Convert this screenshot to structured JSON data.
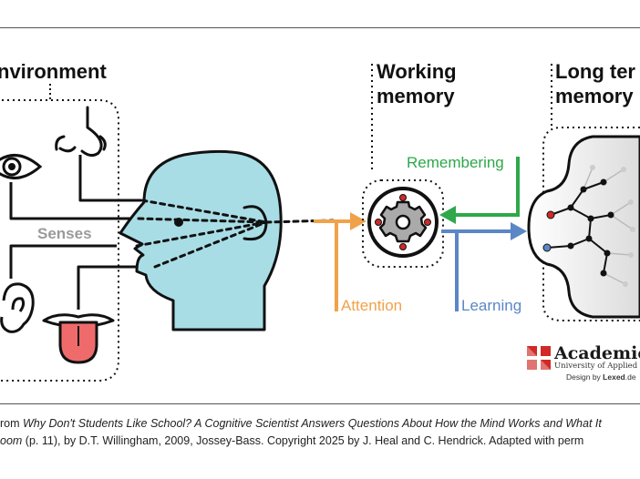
{
  "headings": {
    "environment": "nvironment",
    "working_memory_line1": "Working",
    "working_memory_line2": "memory",
    "long_term_line1": "Long ter",
    "long_term_line2": "memory"
  },
  "labels": {
    "senses": "Senses",
    "attention": "Attention",
    "learning": "Learning",
    "remembering": "Remembering"
  },
  "colors": {
    "head_fill": "#a8dde6",
    "attention": "#f0a24a",
    "remembering": "#2ea84a",
    "learning": "#5b87c5",
    "brand_red": "#d02a26",
    "senses_text": "#9a9a9a"
  },
  "icons": [
    "eye-icon",
    "nose-icon",
    "ear-icon",
    "mouth-icon",
    "gear-icon",
    "neural-network-icon",
    "academica-logo-icon"
  ],
  "logo": {
    "name": "Academic",
    "subtitle": "University of Applied Scie",
    "credit_prefix": "Design by ",
    "credit_brand": "Lexed",
    "credit_suffix": ".de"
  },
  "caption": {
    "line1_prefix": "rom ",
    "line1_italic": "Why Don't Students Like School? A Cognitive Scientist Answers Questions About How the Mind Works and What It",
    "line2_italic": "oom",
    "line2_rest": " (p. 11), by D.T. Willingham, 2009, Jossey-Bass. Copyright 2025 by J. Heal and C. Hendrick. Adapted with perm"
  }
}
